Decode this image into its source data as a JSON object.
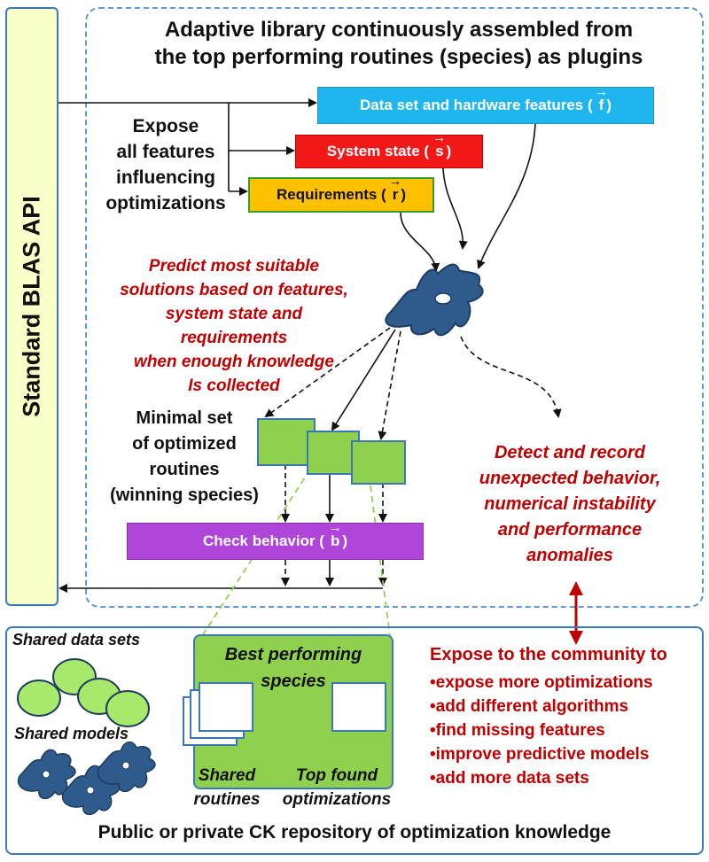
{
  "blas_api": {
    "label": "Standard  BLAS  API"
  },
  "title": {
    "line1": "Adaptive library continuously assembled from",
    "line2": "the top performing routines (species) as plugins"
  },
  "features": {
    "data_set": {
      "label": "Data set and hardware features (",
      "vector": "f",
      "close": ")",
      "color": "#1fb6ee"
    },
    "system_state": {
      "label": "System state (",
      "vector": "s",
      "close": ")",
      "color": "#f31818"
    },
    "requirements": {
      "label": "Requirements  (",
      "vector": "r",
      "close": ")",
      "color": "#ffc000"
    }
  },
  "expose": {
    "lines": [
      "Expose",
      "all features",
      "influencing",
      "optimizations"
    ]
  },
  "predict": {
    "lines": [
      "Predict  most suitable",
      "solutions based on features,",
      "system state and requirements",
      "when enough knowledge",
      "Is collected"
    ]
  },
  "minimal": {
    "lines": [
      "Minimal set",
      "of optimized",
      "routines",
      "(winning species)"
    ]
  },
  "check": {
    "label": "Check behavior (",
    "vector": "b",
    "close": ")",
    "color": "#b046d9"
  },
  "detect": {
    "lines": [
      "Detect and record",
      "unexpected behavior,",
      "numerical instability",
      "and performance",
      "anomalies"
    ]
  },
  "repository": {
    "shared_data_sets": "Shared data sets",
    "shared_models": "Shared models",
    "best": {
      "line1": "Best performing",
      "line2": "species"
    },
    "shared_routines": {
      "line1": "Shared",
      "line2": "routines"
    },
    "top_found": {
      "line1": "Top found",
      "line2": "optimizations"
    },
    "community_title": "Expose to the community to",
    "community_items": [
      "•expose more optimizations",
      "•add different algorithms",
      "•find missing features",
      "•improve predictive models",
      "•add more data sets"
    ],
    "footer": "Public or private CK repository of optimization knowledge"
  },
  "colors": {
    "accent_red": "#c00000",
    "border_blue": "#3a78b8",
    "species_green": "#8fd14f",
    "neuron_blue": "#2e5a8c"
  }
}
